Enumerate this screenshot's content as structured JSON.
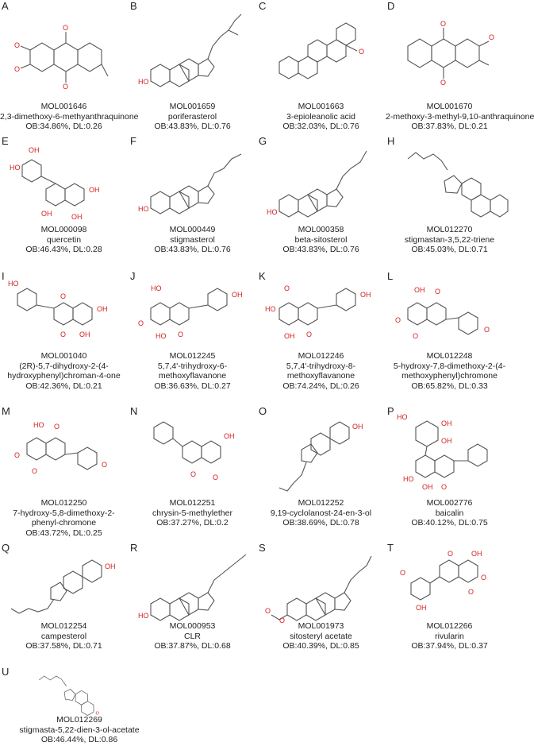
{
  "panels": [
    {
      "letter": "A",
      "id": "MOL001646",
      "name": "2,3-dimethoxy-6-methyanthraquinone",
      "stats": "OB:34.86%, DL:0.26"
    },
    {
      "letter": "B",
      "id": "MOL001659",
      "name": "poriferasterol",
      "stats": "OB:43.83%, DL:0.76"
    },
    {
      "letter": "C",
      "id": "MOL001663",
      "name": "3-epioleanolic acid",
      "stats": "OB:32.03%, DL:0.76"
    },
    {
      "letter": "D",
      "id": "MOL001670",
      "name": "2-methoxy-3-methyl-9,10-anthraquinone",
      "stats": "OB:37.83%, DL:0.21"
    },
    {
      "letter": "E",
      "id": "MOL000098",
      "name": "quercetin",
      "stats": "OB:46.43%, DL:0.28"
    },
    {
      "letter": "F",
      "id": "MOL000449",
      "name": "stigmasterol",
      "stats": "OB:43.83%, DL:0.76"
    },
    {
      "letter": "G",
      "id": "MOL000358",
      "name": "beta-sitosterol",
      "stats": "OB:43.83%, DL:0.76"
    },
    {
      "letter": "H",
      "id": "MOL012270",
      "name": "stigmastan-3,5,22-triene",
      "stats": "OB:45.03%, DL:0.71"
    },
    {
      "letter": "I",
      "id": "MOL001040",
      "name": "(2R)-5,7-dihydroxy-2-(4-hydroxyphenyl)chroman-4-one",
      "stats": "OB:42.36%, DL:0.21"
    },
    {
      "letter": "J",
      "id": "MOL012245",
      "name": "5,7,4'-trihydroxy-6-methoxyflavanone",
      "stats": "OB:36.63%, DL:0.27"
    },
    {
      "letter": "K",
      "id": "MOL012246",
      "name": "5,7,4'-trihydroxy-8-methoxyflavanone",
      "stats": "OB:74.24%, DL:0.26"
    },
    {
      "letter": "L",
      "id": "MOL012248",
      "name": "5-hydroxy-7,8-dimethoxy-2-(4-methoxyphenyl)chromone",
      "stats": "OB:65.82%, DL:0.33"
    },
    {
      "letter": "M",
      "id": "MOL012250",
      "name": "7-hydroxy-5,8-dimethoxy-2-phenyl-chromone",
      "stats": "OB:43.72%, DL:0.25"
    },
    {
      "letter": "N",
      "id": "MOL012251",
      "name": "chrysin-5-methylether",
      "stats": "OB:37.27%, DL:0.2"
    },
    {
      "letter": "O",
      "id": "MOL012252",
      "name": "9,19-cyclolanost-24-en-3-ol",
      "stats": "OB:38.69%, DL:0.78"
    },
    {
      "letter": "P",
      "id": "MOL002776",
      "name": "baicalin",
      "stats": "OB:40.12%, DL:0.75"
    },
    {
      "letter": "Q",
      "id": "MOL012254",
      "name": "campesterol",
      "stats": "OB:37.58%, DL:0.71"
    },
    {
      "letter": "R",
      "id": "MOL000953",
      "name": "CLR",
      "stats": "OB:37.87%, DL:0.68"
    },
    {
      "letter": "S",
      "id": "MOL001973",
      "name": "sitosteryl acetate",
      "stats": "OB:40.39%, DL:0.85"
    },
    {
      "letter": "T",
      "id": "MOL012266",
      "name": "rivularin",
      "stats": "OB:37.94%, DL:0.37"
    },
    {
      "letter": "U",
      "id": "MOL012269",
      "name": "stigmasta-5,22-dien-3-ol-acetate",
      "stats": "OB:46.44%, DL:0.86"
    }
  ]
}
